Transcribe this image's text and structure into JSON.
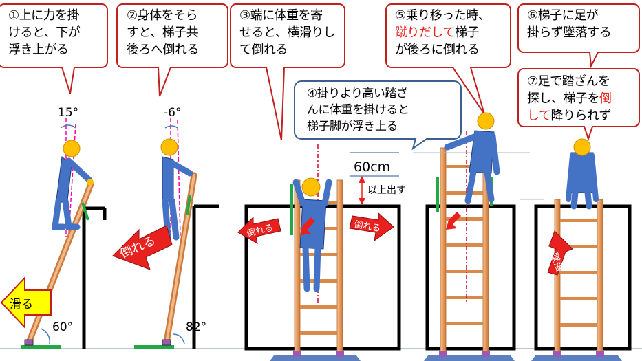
{
  "callouts": [
    {
      "id": "c1",
      "text": "①上に力を掛\nけると、下が\n浮き上がる"
    },
    {
      "id": "c2",
      "text": "②身体をそら\nすと、梯子共\n後ろへ倒れる"
    },
    {
      "id": "c3",
      "text": "③端に体重を寄\nせると、横滑りし\nて倒れる"
    },
    {
      "id": "c4",
      "text": "④掛りより高い踏ざ\nんに体重を掛けると\n梯子脚が浮き上る"
    },
    {
      "id": "c5a",
      "text": "⑤乗り移った時、"
    },
    {
      "id": "c5b_red",
      "text": "蹴りだして"
    },
    {
      "id": "c5c",
      "text": "梯子"
    },
    {
      "id": "c5d",
      "text": "が後ろに倒れる"
    },
    {
      "id": "c6",
      "text": "⑥梯子に足が\n掛らず墜落する"
    },
    {
      "id": "c7a",
      "text": "⑦足で踏ざんを\n探し、梯子を"
    },
    {
      "id": "c7b_red",
      "text": "倒"
    },
    {
      "id": "c7c_red",
      "text": "して"
    },
    {
      "id": "c7d",
      "text": "降りられず"
    }
  ],
  "angles": {
    "a1_top": "15°",
    "a2_top": "-6°",
    "a1_bottom": "60°",
    "a2_bottom": "82°"
  },
  "measure": {
    "height": "60cm",
    "note": "以上出す"
  },
  "arrows": {
    "slide": "滑る",
    "fall_over": "倒れる",
    "fall_left": "倒れる",
    "fall_right": "倒れる",
    "fall_down": "墜落"
  },
  "colors": {
    "callout_border": "#c0211f",
    "callout4_border": "#3b5f8f",
    "person": "#4472c4",
    "head": "#ffc000",
    "ladder": "#e59a5c",
    "arrow_red": "#e8201e",
    "arrow_yellow": "#ffff00",
    "pink_line": "#ff00aa",
    "green": "#22a844"
  }
}
